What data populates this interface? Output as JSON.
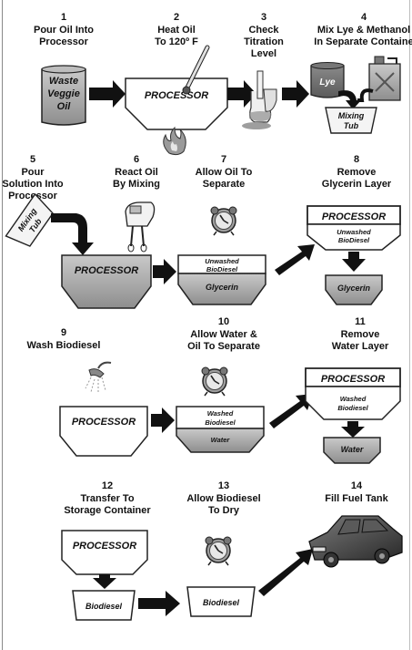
{
  "steps": [
    {
      "num": "1",
      "lines": [
        "Pour Oil Into",
        "Processor"
      ]
    },
    {
      "num": "2",
      "lines": [
        "Heat Oil",
        "To 120º F"
      ]
    },
    {
      "num": "3",
      "lines": [
        "Check",
        "Titration",
        "Level"
      ]
    },
    {
      "num": "4",
      "lines": [
        "Mix Lye & Methanol",
        "In Separate Containe"
      ]
    },
    {
      "num": "5",
      "lines": [
        "Pour",
        "Solution Into",
        "Processor"
      ]
    },
    {
      "num": "6",
      "lines": [
        "React Oil",
        "By Mixing"
      ]
    },
    {
      "num": "7",
      "lines": [
        "Allow Oil To",
        "Separate"
      ]
    },
    {
      "num": "8",
      "lines": [
        "Remove",
        "Glycerin Layer"
      ]
    },
    {
      "num": "9",
      "lines": [
        "Wash Biodiesel"
      ]
    },
    {
      "num": "10",
      "lines": [
        "Allow Water &",
        "Oil To Separate"
      ]
    },
    {
      "num": "11",
      "lines": [
        "Remove",
        "Water Layer"
      ]
    },
    {
      "num": "12",
      "lines": [
        "Transfer To",
        "Storage Container"
      ]
    },
    {
      "num": "13",
      "lines": [
        "Allow Biodiesel",
        "To Dry"
      ]
    },
    {
      "num": "14",
      "lines": [
        "Fill Fuel Tank"
      ]
    }
  ],
  "labels": {
    "waste_oil": [
      "Waste",
      "Veggie",
      "Oil"
    ],
    "processor": "PROCESSOR",
    "lye": "Lye",
    "mixing_tub": [
      "Mixing",
      "Tub"
    ],
    "unwashed_biodiesel": [
      "Unwashed",
      "BioDiesel"
    ],
    "glycerin": "Glycerin",
    "washed_biodiesel": [
      "Washed",
      "Biodiesel"
    ],
    "water": "Water",
    "biodiesel": "Biodiesel"
  }
}
